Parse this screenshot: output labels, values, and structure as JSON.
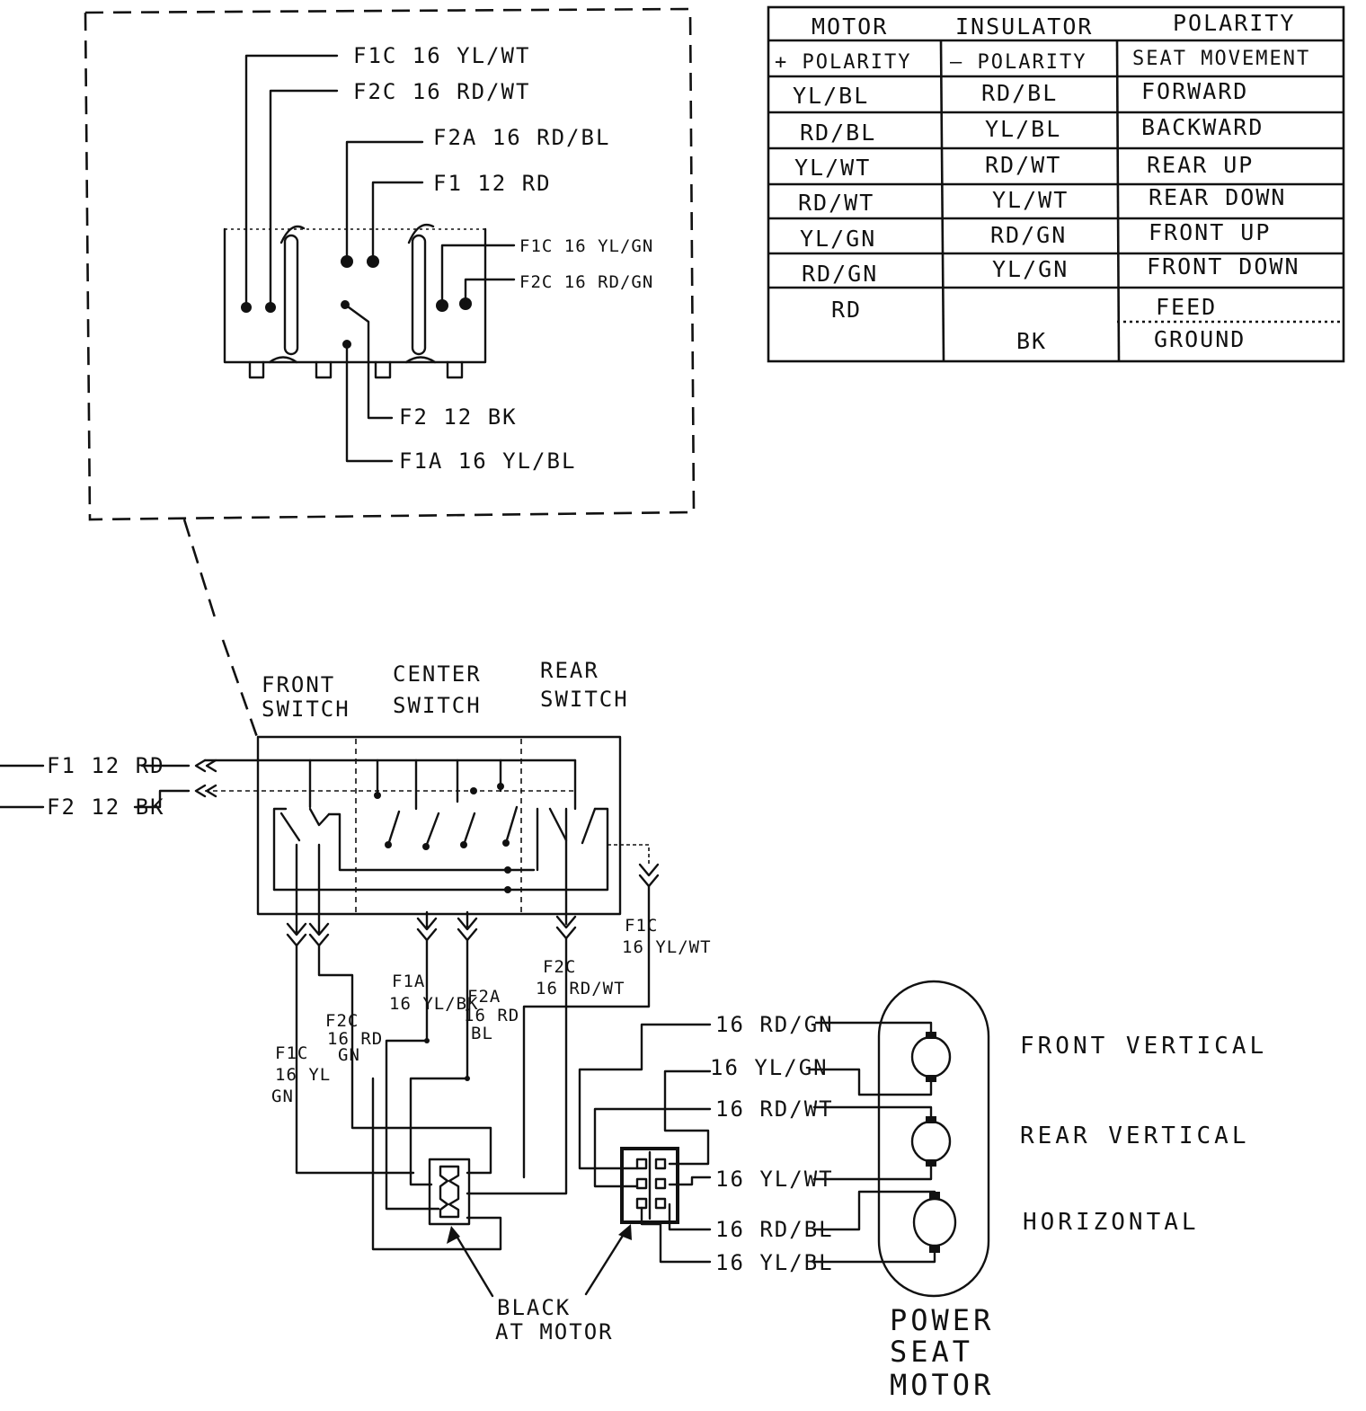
{
  "detail": {
    "labels": {
      "f1c_top": "F1C  16 YL/WT",
      "f2c_top": "F2C  16 RD/WT",
      "f2a": "F2A  16 RD/BL",
      "f1": "F1  12 RD",
      "f1c_right": "F1C  16 YL/GN",
      "f2c_right": "F2C  16 RD/GN",
      "f2": "F2  12 BK",
      "f1a": "F1A  16 YL/BL"
    }
  },
  "table": {
    "title": [
      "MOTOR",
      "INSULATOR",
      "POLARITY"
    ],
    "headers": [
      "+ POLARITY",
      "– POLARITY",
      "SEAT MOVEMENT"
    ],
    "rows": [
      [
        "YL/BL",
        "RD/BL",
        "FORWARD"
      ],
      [
        "RD/BL",
        "YL/BL",
        "BACKWARD"
      ],
      [
        "YL/WT",
        "RD/WT",
        "REAR UP"
      ],
      [
        "RD/WT",
        "YL/WT",
        "REAR DOWN"
      ],
      [
        "YL/GN",
        "RD/GN",
        "FRONT UP"
      ],
      [
        "RD/GN",
        "YL/GN",
        "FRONT DOWN"
      ],
      [
        "RD",
        "",
        "FEED"
      ],
      [
        "",
        "BK",
        "GROUND"
      ]
    ]
  },
  "switches": {
    "front": [
      "FRONT",
      "SWITCH"
    ],
    "center": [
      "CENTER",
      "SWITCH"
    ],
    "rear": [
      "REAR",
      "SWITCH"
    ]
  },
  "inputs": {
    "f1": "F1  12 RD",
    "f2": "F2  12 BK"
  },
  "harness": {
    "f1c_wt": [
      "F1C",
      "16 YL/WT"
    ],
    "f2c_wt": [
      "F2C",
      "16 RD/WT"
    ],
    "f1a": [
      "F1A",
      "16 YL/BK"
    ],
    "f2a": [
      "F2A",
      "16 RD",
      "BL"
    ],
    "f2c_gn": [
      "F2C",
      "16 RD",
      "GN"
    ],
    "f1c_gn": [
      "F1C",
      "16 YL",
      "GN"
    ]
  },
  "motor_wires": [
    "16 RD/GN",
    "16 YL/GN",
    "16 RD/WT",
    "16 YL/WT",
    "16 RD/BL",
    "16 YL/BL"
  ],
  "connector_label": [
    "BLACK",
    "AT MOTOR"
  ],
  "motors": [
    "FRONT  VERTICAL",
    "REAR  VERTICAL",
    "HORIZONTAL"
  ],
  "power_seat_motor": [
    "POWER",
    "SEAT",
    "MOTOR"
  ]
}
